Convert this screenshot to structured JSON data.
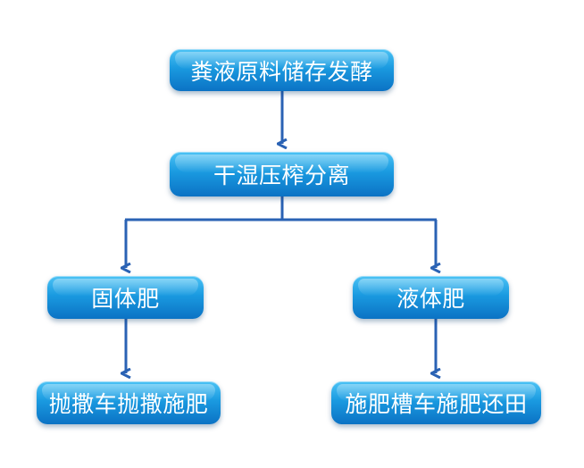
{
  "flowchart": {
    "nodes": {
      "storage": "粪液原料储存发酵",
      "separation": "干湿压榨分离",
      "solid": "固体肥",
      "liquid": "液体肥",
      "solid_use": "抛撒车抛撒施肥",
      "liquid_use": "施肥槽车施肥还田"
    },
    "edges": [
      [
        "storage",
        "separation"
      ],
      [
        "separation",
        "solid"
      ],
      [
        "separation",
        "liquid"
      ],
      [
        "solid",
        "solid_use"
      ],
      [
        "liquid",
        "liquid_use"
      ]
    ],
    "colors": {
      "box_top": "#4cc3f5",
      "box_bottom": "#0b72c4",
      "connector": "#2a62b4",
      "text": "#ffffff"
    }
  }
}
